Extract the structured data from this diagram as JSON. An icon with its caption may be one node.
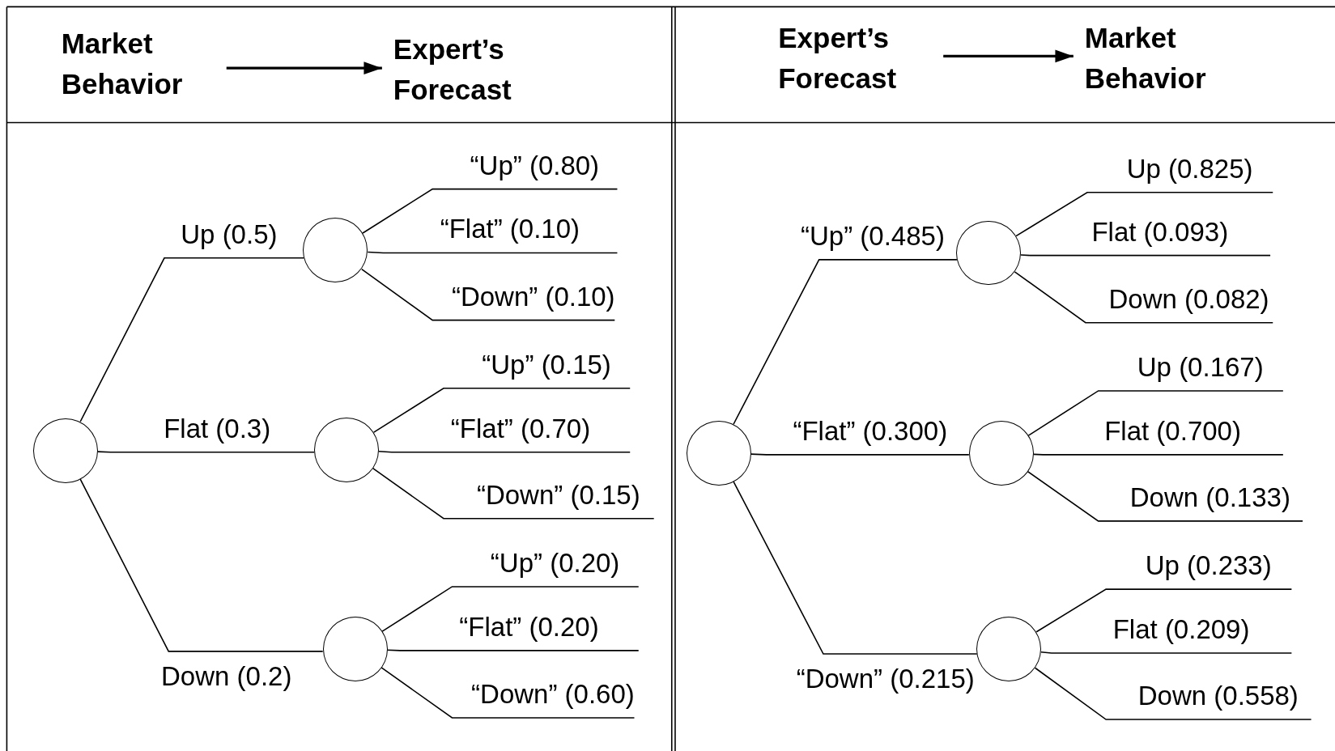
{
  "diagram": {
    "nodes": [
      {
        "text": [
          "Market Behavior"
        ]
      },
      {
        "text": [
          "Expert’s Forecast"
        ]
      },
      {
        "text": [
          "Expert’s Forecast"
        ]
      },
      {
        "text": [
          "Market Behavior"
        ]
      },
      {
        "text": [],
        "shape": "circle"
      },
      {
        "text": [],
        "shape": "circle"
      },
      {
        "text": [],
        "shape": "circle"
      },
      {
        "text": [],
        "shape": "circle"
      },
      {
        "text": [],
        "shape": "circle"
      },
      {
        "text": [],
        "shape": "circle"
      },
      {
        "text": [],
        "shape": "circle"
      },
      {
        "text": [],
        "shape": "circle"
      }
    ],
    "edges": [
      {
        "from": 0,
        "to": 1,
        "arrow": "to"
      },
      {
        "from": 2,
        "to": 3,
        "arrow": "to"
      },
      {
        "from": 4,
        "to": 5,
        "arrow": "none",
        "label": "Up (0.5)"
      },
      {
        "from": 4,
        "to": 6,
        "arrow": "none",
        "label": "Flat (0.3)"
      },
      {
        "from": 4,
        "to": 7,
        "arrow": "none",
        "label": "Down (0.2)"
      },
      {
        "from": 5,
        "to": null,
        "arrow": "none",
        "label": "“Up” (0.80)"
      },
      {
        "from": 5,
        "to": null,
        "arrow": "none",
        "label": "“Flat” (0.10)"
      },
      {
        "from": 5,
        "to": null,
        "arrow": "none",
        "label": "“Down” (0.10)"
      },
      {
        "from": 6,
        "to": null,
        "arrow": "none",
        "label": "“Up” (0.15)"
      },
      {
        "from": 6,
        "to": null,
        "arrow": "none",
        "label": "“Flat” (0.70)"
      },
      {
        "from": 6,
        "to": null,
        "arrow": "none",
        "label": "“Down” (0.15)"
      },
      {
        "from": 7,
        "to": null,
        "arrow": "none",
        "label": "“Up” (0.20)"
      },
      {
        "from": 7,
        "to": null,
        "arrow": "none",
        "label": "“Flat” (0.20)"
      },
      {
        "from": 7,
        "to": null,
        "arrow": "none",
        "label": "“Down” (0.60)"
      },
      {
        "from": 8,
        "to": 9,
        "arrow": "none",
        "label": "“Up” (0.485)"
      },
      {
        "from": 8,
        "to": 10,
        "arrow": "none",
        "label": "“Flat” (0.300)"
      },
      {
        "from": 8,
        "to": 11,
        "arrow": "none",
        "label": "“Down” (0.215)"
      },
      {
        "from": 9,
        "to": null,
        "arrow": "none",
        "label": "Up (0.825)"
      },
      {
        "from": 9,
        "to": null,
        "arrow": "none",
        "label": "Flat (0.093)"
      },
      {
        "from": 9,
        "to": null,
        "arrow": "none",
        "label": "Down (0.082)"
      },
      {
        "from": 10,
        "to": null,
        "arrow": "none",
        "label": "Up (0.167)"
      },
      {
        "from": 10,
        "to": null,
        "arrow": "none",
        "label": "Flat (0.700)"
      },
      {
        "from": 10,
        "to": null,
        "arrow": "none",
        "label": "Down (0.133)"
      },
      {
        "from": 11,
        "to": null,
        "arrow": "none",
        "label": "Up (0.233)"
      },
      {
        "from": 11,
        "to": null,
        "arrow": "none",
        "label": "Flat (0.209)"
      },
      {
        "from": 11,
        "to": null,
        "arrow": "none",
        "label": "Down (0.558)"
      }
    ]
  }
}
